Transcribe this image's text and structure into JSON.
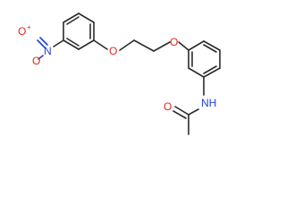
{
  "molecule": {
    "atoms": {
      "nitro_o_top": {
        "text": "O"
      },
      "nitro_plus": {
        "text": "+"
      },
      "nitro_n": {
        "text": "N"
      },
      "nitro_o_left": {
        "text": "O"
      },
      "nitro_minus": {
        "text": "-"
      },
      "ether_o_left": {
        "text": "O"
      },
      "ether_o_right": {
        "text": "O"
      },
      "amide_n": {
        "text": "NH"
      },
      "carbonyl_o": {
        "text": "O"
      }
    },
    "colors": {
      "bond": "#2b2b2b",
      "oxygen": "#e8231c",
      "nitrogen": "#1f3fe0"
    }
  }
}
